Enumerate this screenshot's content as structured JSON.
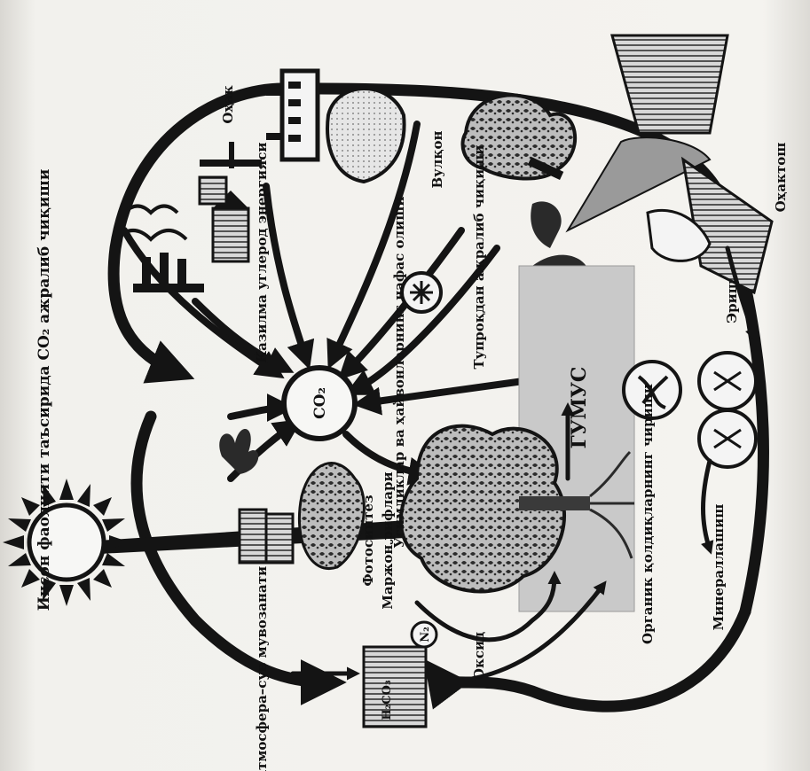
{
  "labels": {
    "human_activity": "Инсон фаолияти таъсирида CO₂ ажралиб чиқиши",
    "lime": "Оҳак",
    "volcano": "Вулқон",
    "carbon_energy": "Казилма углерод энергияси",
    "plants_animals_respiration": "Ўсимликлар ва ҳайвонларнинг нафас олиши",
    "soil_release": "Тупроқдан ажралиб чиқиши",
    "limestone": "Оҳактош",
    "dissolve": "Эриш",
    "co2": "CO₂",
    "humus": "ГУМУС",
    "organic_decay": "Органик қолдиқларнинг чириши",
    "mineralization": "Минераллашиш",
    "atmosphere_water": "Атмосфера–сув мувозанати",
    "photosynthesis": "Фотосинтез",
    "coral_reefs": "Маржон рифлари",
    "oxygen": "Оксид",
    "n2": "N₂",
    "h2co3": "H₂CO₃"
  },
  "icons": [
    "sun-icon",
    "co2-circle-icon",
    "factory-icon",
    "volcano-icon",
    "tree-icon",
    "microbe-icon",
    "fish-icon",
    "coral-icon"
  ]
}
